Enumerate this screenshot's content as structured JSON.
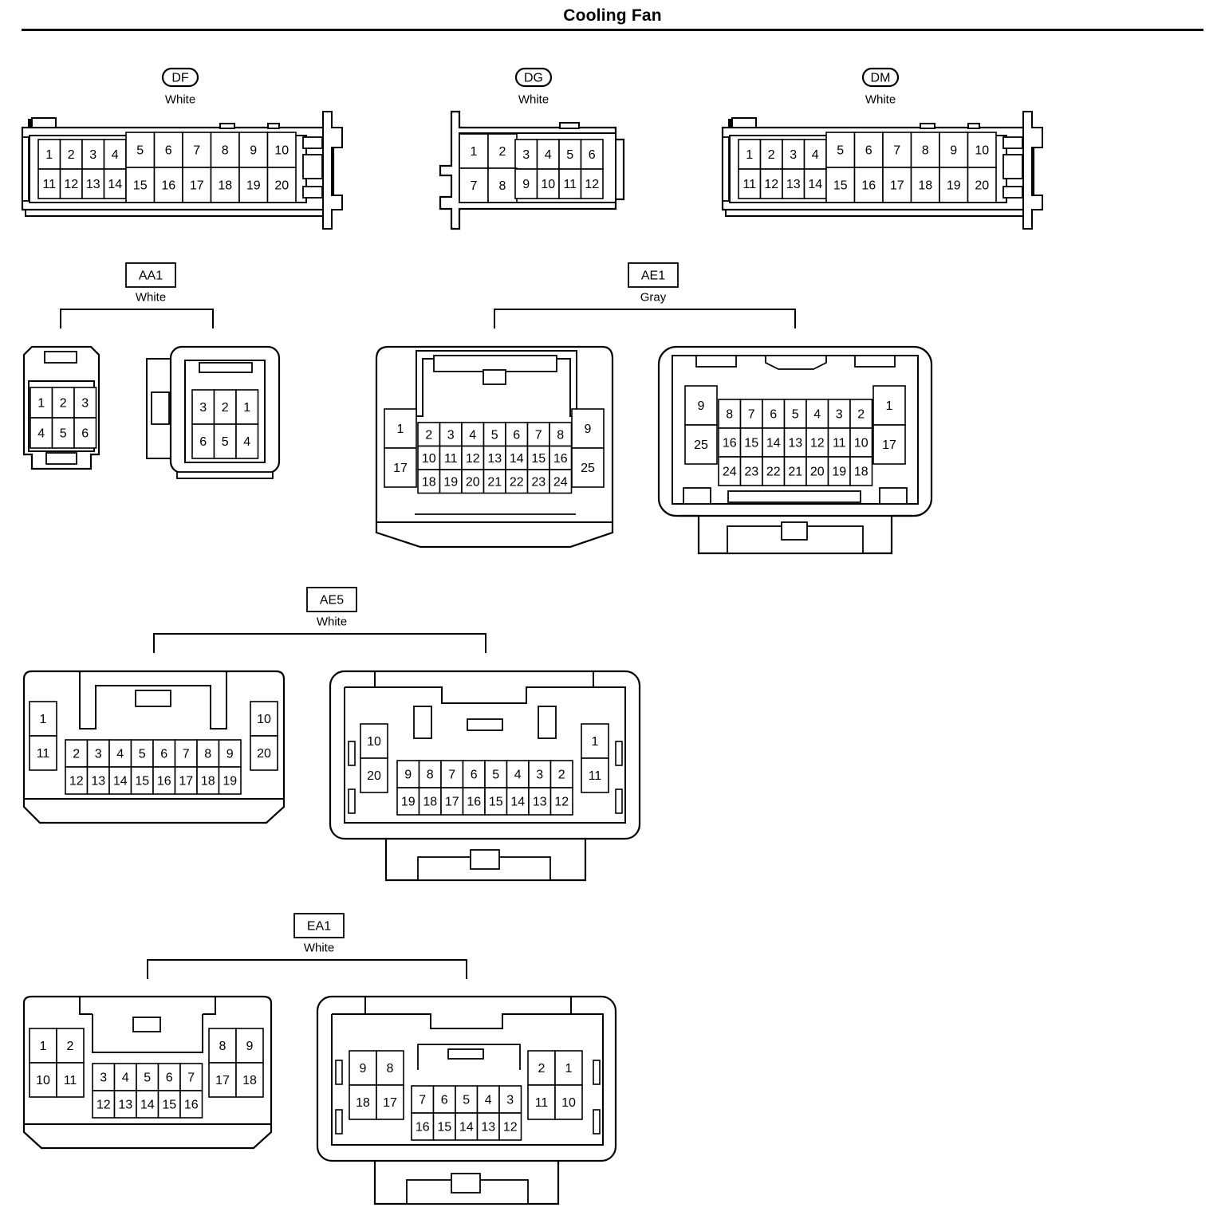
{
  "title": "Cooling Fan",
  "connectors": [
    {
      "id": "DF",
      "code": "DF",
      "code_style": "oval",
      "color": "White",
      "housing": "long",
      "grid": [
        [
          "1",
          "2",
          "3",
          "4",
          "5",
          "6",
          "7",
          "8",
          "9",
          "10"
        ],
        [
          "11",
          "12",
          "13",
          "14",
          "15",
          "16",
          "17",
          "18",
          "19",
          "20"
        ]
      ]
    },
    {
      "id": "DG",
      "code": "DG",
      "code_style": "oval",
      "color": "White",
      "housing": "short",
      "grid": [
        [
          "1",
          "2",
          "3",
          "4",
          "5",
          "6"
        ],
        [
          "7",
          "8",
          "9",
          "10",
          "11",
          "12"
        ]
      ]
    },
    {
      "id": "DM",
      "code": "DM",
      "code_style": "oval",
      "color": "White",
      "housing": "long",
      "grid": [
        [
          "1",
          "2",
          "3",
          "4",
          "5",
          "6",
          "7",
          "8",
          "9",
          "10"
        ],
        [
          "11",
          "12",
          "13",
          "14",
          "15",
          "16",
          "17",
          "18",
          "19",
          "20"
        ]
      ]
    },
    {
      "id": "AA1",
      "code": "AA1",
      "code_style": "box",
      "color": "White",
      "housing": "pair-small",
      "male": [
        [
          "1",
          "2",
          "3"
        ],
        [
          "4",
          "5",
          "6"
        ]
      ],
      "female": [
        [
          "3",
          "2",
          "1"
        ],
        [
          "6",
          "5",
          "4"
        ]
      ]
    },
    {
      "id": "AE1",
      "code": "AE1",
      "code_style": "box",
      "color": "Gray",
      "housing": "pair-large",
      "male": {
        "left": [
          "1",
          "17"
        ],
        "center": [
          [
            "2",
            "3",
            "4",
            "5",
            "6",
            "7",
            "8"
          ],
          [
            "10",
            "11",
            "12",
            "13",
            "14",
            "15",
            "16"
          ],
          [
            "18",
            "19",
            "20",
            "21",
            "22",
            "23",
            "24"
          ]
        ],
        "right": [
          "9",
          "25"
        ]
      },
      "female": {
        "left": [
          "9",
          "25"
        ],
        "center": [
          [
            "8",
            "7",
            "6",
            "5",
            "4",
            "3",
            "2"
          ],
          [
            "16",
            "15",
            "14",
            "13",
            "12",
            "11",
            "10"
          ],
          [
            "24",
            "23",
            "22",
            "21",
            "20",
            "19",
            "18"
          ]
        ],
        "right": [
          "1",
          "17"
        ]
      }
    },
    {
      "id": "AE5",
      "code": "AE5",
      "code_style": "box",
      "color": "White",
      "housing": "pair-medium",
      "male": {
        "left": [
          "1",
          "11"
        ],
        "center": [
          [
            "2",
            "3",
            "4",
            "5",
            "6",
            "7",
            "8",
            "9"
          ],
          [
            "12",
            "13",
            "14",
            "15",
            "16",
            "17",
            "18",
            "19"
          ]
        ],
        "right": [
          "10",
          "20"
        ]
      },
      "female": {
        "left": [
          "10",
          "20"
        ],
        "center": [
          [
            "9",
            "8",
            "7",
            "6",
            "5",
            "4",
            "3",
            "2"
          ],
          [
            "19",
            "18",
            "17",
            "16",
            "15",
            "14",
            "13",
            "12"
          ]
        ],
        "right": [
          "1",
          "11"
        ]
      }
    },
    {
      "id": "EA1",
      "code": "EA1",
      "code_style": "box",
      "color": "White",
      "housing": "pair-medium",
      "male": {
        "left": [
          [
            "1",
            "2"
          ],
          [
            "10",
            "11"
          ]
        ],
        "center": [
          [
            "3",
            "4",
            "5",
            "6",
            "7"
          ],
          [
            "12",
            "13",
            "14",
            "15",
            "16"
          ]
        ],
        "right": [
          [
            "8",
            "9"
          ],
          [
            "17",
            "18"
          ]
        ]
      },
      "female": {
        "left": [
          [
            "9",
            "8"
          ],
          [
            "18",
            "17"
          ]
        ],
        "center": [
          [
            "7",
            "6",
            "5",
            "4",
            "3"
          ],
          [
            "16",
            "15",
            "14",
            "13",
            "12"
          ]
        ],
        "right": [
          [
            "2",
            "1"
          ],
          [
            "11",
            "10"
          ]
        ]
      }
    }
  ]
}
